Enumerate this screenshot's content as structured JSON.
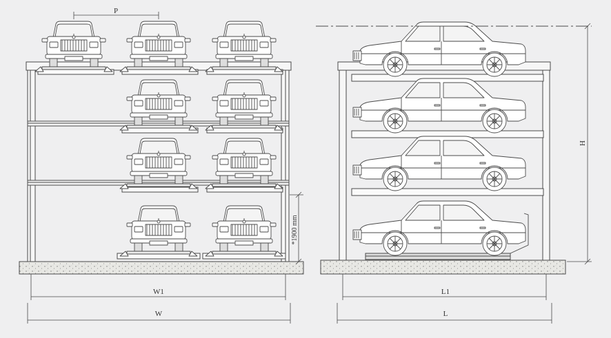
{
  "front_view": {
    "pitch_label": "P",
    "inner_width_label": "W1",
    "total_width_label": "W",
    "entry_height_label": "*1900 mm",
    "levels": [
      {
        "level": 4,
        "cars": 3
      },
      {
        "level": 3,
        "cars": 2
      },
      {
        "level": 2,
        "cars": 2
      },
      {
        "level": 1,
        "cars": 2
      }
    ]
  },
  "side_view": {
    "height_label": "H",
    "inner_length_label": "L1",
    "total_length_label": "L",
    "levels": 4
  },
  "colors": {
    "background": "#efeff0",
    "line": "#4a4a4a",
    "car_fill": "#ffffff",
    "ground": "#e6e6e2"
  }
}
